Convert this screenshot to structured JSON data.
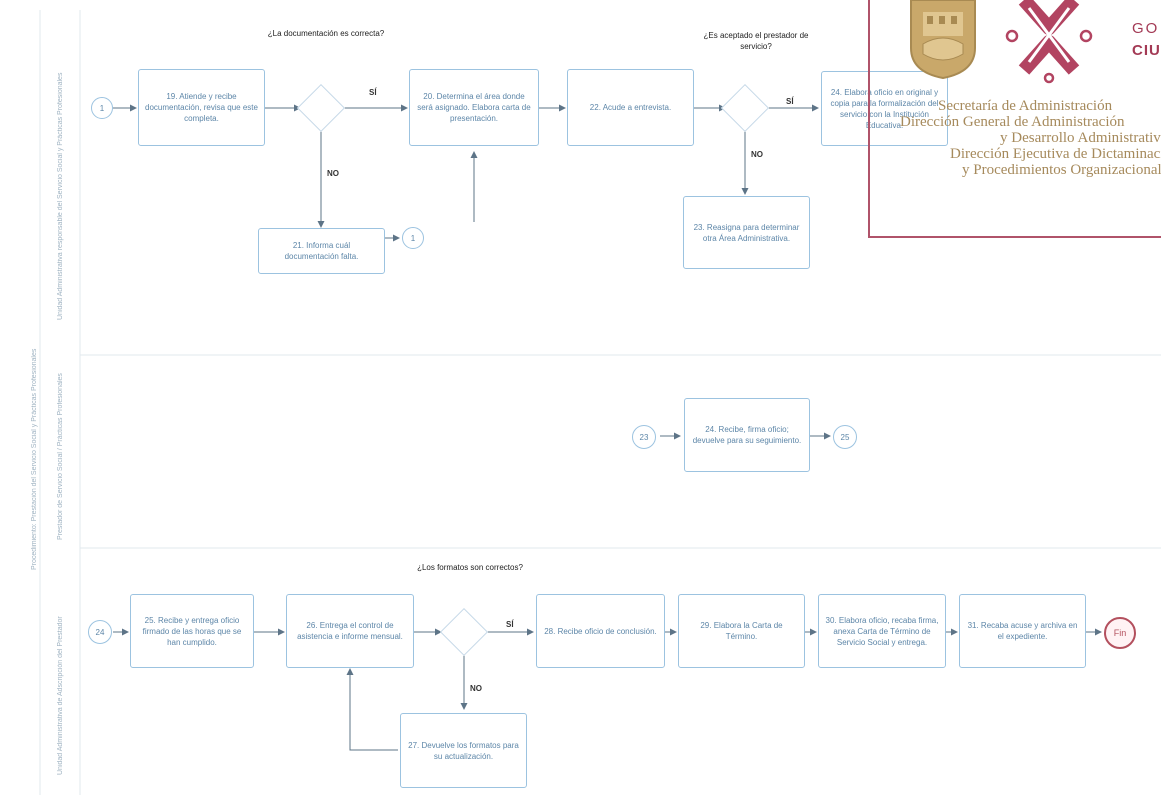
{
  "lanes": {
    "pool": "Procedimiento: Prestación del Servicio Social y Prácticas Profesionales",
    "lane1": "Unidad Administrativa responsable del Servicio Social y Prácticas Profesionales",
    "lane2": "Prestador de Servicio Social / Prácticas Profesionales",
    "lane3": "Unidad Administrativa de Adscripción del Prestador"
  },
  "lane1": {
    "start_connector": "1",
    "task19": "19. Atiende y recibe documentación, revisa que este completa.",
    "decision1": "¿La documentación es correcta?",
    "decision1_yes": "SÍ",
    "decision1_no": "NO",
    "task21": "21. Informa cuál documentación falta.",
    "connector_21": "1",
    "task20": "20. Determina el área donde será asignado. Elabora carta de presentación.",
    "task22": "22. Acude a entrevista.",
    "decision2": "¿Es aceptado el prestador de servicio?",
    "decision2_yes": "SÍ",
    "decision2_no": "NO",
    "task23": "23. Reasigna para determinar otra Área Administrativa.",
    "task24": "24. Elabora oficio en original y copia para la formalización del servicio con la Institución Educativa."
  },
  "lane2": {
    "in_connector": "23",
    "task": "24. Recibe, firma oficio; devuelve para su seguimiento.",
    "out_connector": "25"
  },
  "lane3": {
    "start_connector": "24",
    "task25": "25. Recibe y entrega oficio firmado de las horas que se han cumplido.",
    "task26": "26. Entrega el control de asistencia e informe mensual.",
    "decision": "¿Los formatos son correctos?",
    "decision_yes": "SÍ",
    "decision_no": "NO",
    "task27": "27. Devuelve los formatos para su actualización.",
    "task28": "28. Recibe oficio de conclusión.",
    "task29": "29. Elabora la Carta de Término.",
    "task30": "30. Elabora oficio, recaba firma, anexa Carta de Término de Servicio Social y entrega.",
    "task31": "31. Recaba acuse y archiva en el expediente.",
    "end": "Fin"
  },
  "stamp": {
    "line1": "Secretaría de Administración",
    "line2": "Dirección General de Administración",
    "line3": "y Desarrollo Administrativo",
    "line4": "Dirección Ejecutiva de Dictaminación",
    "line5": "y Procedimientos Organizacionales",
    "gov1": "GO",
    "gov2": "CIU"
  },
  "colors": {
    "task_border": "#9cc3e0",
    "task_text": "#5d86a8",
    "end_border": "#b3505e",
    "stamp_border": "#b0536a",
    "stamp_text": "#a68a5c"
  }
}
